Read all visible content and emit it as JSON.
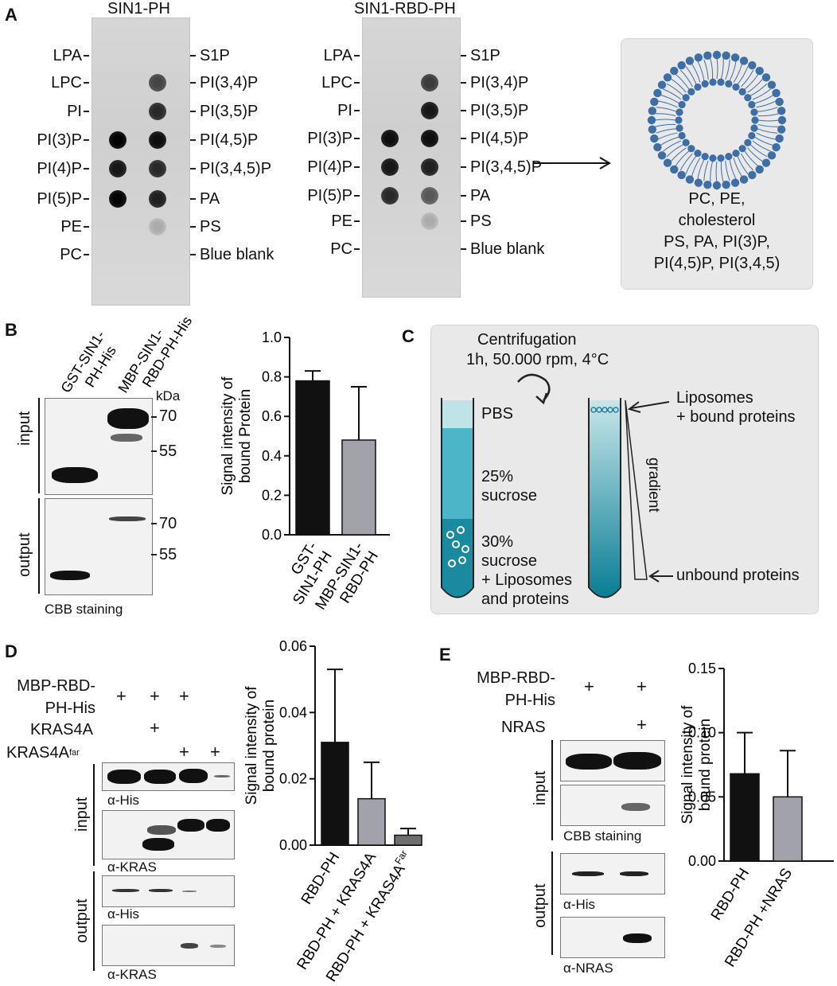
{
  "panelA": {
    "label": "A",
    "strip1_title": "SIN1-PH",
    "strip2_title": "SIN1-RBD-PH",
    "left_lipids": [
      "LPA",
      "LPC",
      "PI",
      "PI(3)P",
      "PI(4)P",
      "PI(5)P",
      "PE",
      "PC"
    ],
    "right_lipids": [
      "S1P",
      "PI(3,4)P",
      "PI(3,5)P",
      "PI(4,5)P",
      "PI(3,4,5)P",
      "PA",
      "PS",
      "Blue blank"
    ],
    "strip1_left_intensity": [
      0,
      0,
      0,
      0.95,
      0.85,
      0.95,
      0,
      0
    ],
    "strip1_right_intensity": [
      0,
      0.6,
      0.75,
      0.9,
      0.75,
      0.8,
      0.05,
      0
    ],
    "strip2_left_intensity": [
      0,
      0,
      0,
      0.9,
      0.85,
      0.75,
      0,
      0
    ],
    "strip2_right_intensity": [
      0,
      0.65,
      0.85,
      0.9,
      0.8,
      0.5,
      0.05,
      0
    ],
    "liposome_text": [
      "PC, PE,",
      "cholesterol",
      "PS, PA, PI(3)P,",
      "PI(4,5)P, PI(3,4,5)"
    ],
    "colors": {
      "membrane": "#3d6ea6"
    }
  },
  "panelB": {
    "label": "B",
    "lane1_label": [
      "GST-SIN1-",
      "PH-His"
    ],
    "lane2_label": [
      "MBP-SIN1-",
      "RBD-PH-His"
    ],
    "kda": "kDa",
    "input_label": "input",
    "output_label": "output",
    "input_markers": [
      "70",
      "55"
    ],
    "output_markers": [
      "70",
      "55"
    ],
    "stain": "CBB staining"
  },
  "panelC": {
    "label": "C",
    "centrifugation": [
      "Centrifugation",
      "1h, 50.000 rpm, 4°C"
    ],
    "pbs": "PBS",
    "sucrose25": [
      "25%",
      "sucrose"
    ],
    "sucrose30": [
      "30%",
      "sucrose",
      "+ Liposomes",
      "and proteins"
    ],
    "liposomes": [
      "Liposomes",
      "+ bound proteins"
    ],
    "gradient": "gradient",
    "unbound": "unbound proteins"
  },
  "panelD": {
    "label": "D",
    "row_labels": [
      [
        "MBP-RBD-",
        "PH-His"
      ],
      [
        "KRAS4A"
      ],
      [
        "KRAS4A",
        "far"
      ]
    ],
    "plus_matrix": [
      [
        true,
        true,
        true,
        false
      ],
      [
        false,
        true,
        false,
        false
      ],
      [
        false,
        false,
        true,
        true
      ]
    ],
    "plus": "+",
    "input_label": "input",
    "output_label": "output",
    "blot_labels": [
      "α-His",
      "α-KRAS",
      "α-His",
      "α-KRAS"
    ]
  },
  "panelE": {
    "label": "E",
    "row_labels": [
      [
        "MBP-RBD-",
        "PH-His"
      ],
      [
        "NRAS"
      ]
    ],
    "plus_matrix": [
      [
        true,
        true
      ],
      [
        false,
        true
      ]
    ],
    "plus": "+",
    "input_label": "input",
    "output_label": "output",
    "blot_labels": [
      "CBB staining",
      "α-His",
      "α-NRAS"
    ]
  },
  "chart_data": [
    {
      "type": "bar",
      "panel": "B",
      "categories": [
        "GST-SIN1-PH",
        "MBP-SIN1-RBD-PH"
      ],
      "category_lines": [
        [
          "GST-",
          "SIN1-PH"
        ],
        [
          "MBP-SIN1-",
          "RBD-PH"
        ]
      ],
      "values": [
        0.78,
        0.48
      ],
      "errors": [
        0.05,
        0.27
      ],
      "colors": [
        "#111111",
        "#a2a2aa"
      ],
      "ylabel": [
        "Signal intensity of",
        "bound Protein"
      ],
      "ylim": [
        0,
        1.0
      ],
      "yticks": [
        "0.0",
        "0.2",
        "0.4",
        "0.6",
        "0.8",
        "1.0"
      ]
    },
    {
      "type": "bar",
      "panel": "D",
      "categories": [
        "RBD-PH",
        "RBD-PH + KRAS4A",
        "RBD-PH + KRAS4AFar"
      ],
      "category_lines": [
        [
          "RBD-PH",
          ""
        ],
        [
          "RBD-PH + KRAS4A",
          ""
        ],
        [
          "RBD-PH + KRAS4A",
          "Far"
        ]
      ],
      "values": [
        0.031,
        0.014,
        0.003
      ],
      "errors": [
        0.022,
        0.011,
        0.002
      ],
      "colors": [
        "#111111",
        "#a2a2aa",
        "#6e6e6e"
      ],
      "ylabel": [
        "Signal intensity of",
        "bound protein"
      ],
      "ylim": [
        0,
        0.06
      ],
      "yticks": [
        "0.00",
        "0.02",
        "0.04",
        "0.06"
      ]
    },
    {
      "type": "bar",
      "panel": "E",
      "categories": [
        "RBD-PH",
        "RBD-PH +NRAS"
      ],
      "category_lines": [
        [
          "RBD-PH",
          ""
        ],
        [
          "RBD-PH +NRAS",
          ""
        ]
      ],
      "values": [
        0.068,
        0.05
      ],
      "errors": [
        0.032,
        0.036
      ],
      "colors": [
        "#111111",
        "#a2a2aa"
      ],
      "ylabel": [
        "Signal intensity of",
        "bound protein"
      ],
      "ylim": [
        0,
        0.15
      ],
      "yticks": [
        "0.00",
        "0.05",
        "0.10",
        "0.15"
      ]
    }
  ]
}
